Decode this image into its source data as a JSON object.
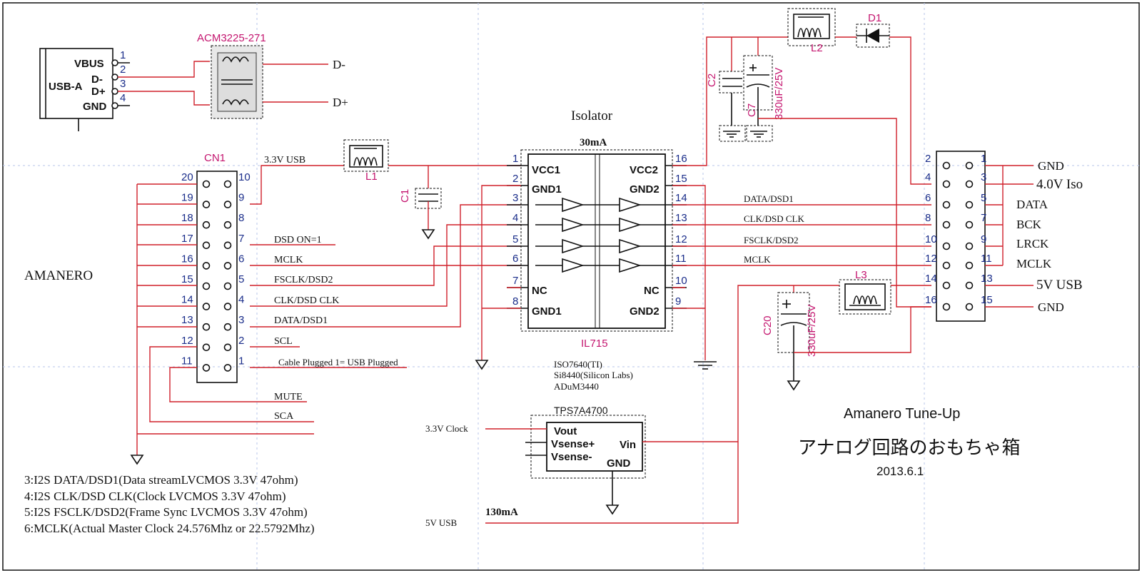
{
  "usb": {
    "name": "USB-A",
    "pins": [
      "VBUS",
      "D-",
      "D+",
      "GND"
    ],
    "pin_numbers": [
      "1",
      "2",
      "3",
      "4"
    ]
  },
  "choke": {
    "part": "ACM3225-271",
    "out_dm": "D-",
    "out_dp": "D+"
  },
  "cn1": {
    "name": "CN1",
    "left_pins": [
      "20",
      "19",
      "18",
      "17",
      "16",
      "15",
      "14",
      "13",
      "12",
      "11"
    ],
    "right_pins": [
      "10",
      "9",
      "8",
      "7",
      "6",
      "5",
      "4",
      "3",
      "2",
      "1"
    ],
    "signals": [
      "3.3V USB",
      "DSD ON=1",
      "MCLK",
      "FSCLK/DSD2",
      "CLK/DSD CLK",
      "DATA/DSD1",
      "SCL",
      "Cable Plugged 1= USB Plugged",
      "MUTE",
      "SCA"
    ]
  },
  "amanero": "AMANERO",
  "inductors": [
    "L1",
    "L2",
    "L3"
  ],
  "capacitors": {
    "c1": "C1",
    "c2": "C2",
    "c7": "C7",
    "c7_value": "330uF/25V",
    "c20": "C20",
    "c20_value": "330uF/25V"
  },
  "diode": "D1",
  "isolator": {
    "title": "Isolator",
    "current": "30mA",
    "part": "IL715",
    "left_labels": [
      "VCC1",
      "GND1",
      "NC",
      "GND1"
    ],
    "right_labels": [
      "VCC2",
      "GND2",
      "NC",
      "GND2"
    ],
    "left_pins": [
      "1",
      "2",
      "3",
      "4",
      "5",
      "6",
      "7",
      "8"
    ],
    "right_pins": [
      "16",
      "15",
      "14",
      "13",
      "12",
      "11",
      "10",
      "9"
    ],
    "alternatives": [
      "ISO7640(TI)",
      "Si8440(Silicon Labs)",
      "ADuM3440"
    ]
  },
  "output_signals": [
    "DATA/DSD1",
    "CLK/DSD CLK",
    "FSCLK/DSD2",
    "MCLK"
  ],
  "header": {
    "left_pins": [
      "2",
      "4",
      "6",
      "8",
      "10",
      "12",
      "14",
      "16"
    ],
    "right_pins": [
      "1",
      "3",
      "5",
      "7",
      "9",
      "11",
      "13",
      "15"
    ],
    "labels": [
      "GND",
      "4.0V Iso",
      "DATA",
      "BCK",
      "LRCK",
      "MCLK",
      "5V USB",
      "GND"
    ]
  },
  "regulator": {
    "part": "TPS7A4700",
    "pins": [
      "Vout",
      "Vsense+",
      "Vsense-",
      "Vin",
      "GND"
    ],
    "input_label": "3.3V Clock",
    "current": "130mA",
    "supply": "5V USB"
  },
  "notes": [
    "3:I2S DATA/DSD1(Data streamLVCMOS 3.3V 47ohm)",
    "4:I2S CLK/DSD CLK(Clock LVCMOS 3.3V 47ohm)",
    "5:I2S FSCLK/DSD2(Frame Sync LVCMOS 3.3V 47ohm)",
    "6:MCLK(Actual Master Clock 24.576Mhz or 22.5792Mhz)"
  ],
  "title": {
    "line1": "Amanero Tune-Up",
    "line2": "アナログ回路のおもちゃ箱",
    "date": "2013.6.1"
  }
}
